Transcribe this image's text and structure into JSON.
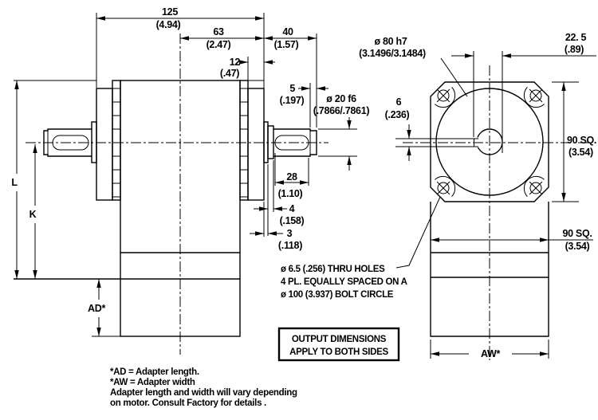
{
  "left": {
    "d125_mm": "125",
    "d125_in": "(4.94)",
    "d63_mm": "63",
    "d63_in": "(2.47)",
    "d40_mm": "40",
    "d40_in": "(1.57)",
    "d12_mm": "12",
    "d12_in": "(.47)",
    "d5_mm": "5",
    "d5_in": "(.197)",
    "shaft_mm": "ø 20 f6",
    "shaft_in": "(.7866/.7861)",
    "d28_mm": "28",
    "d28_in": "(1.10)",
    "d4_mm": "4",
    "d4_in": "(.158)",
    "d3_mm": "3",
    "d3_in": "(.118)",
    "L": "L",
    "K": "K",
    "AD": "AD*"
  },
  "right": {
    "pilot_mm": "ø 80 h7",
    "pilot_in": "(3.1496/3.1484)",
    "d225_mm": "22. 5",
    "d225_in": "(.89)",
    "d6_mm": "6",
    "d6_in": "(.236)",
    "sq1_mm": "90 SQ.",
    "sq1_in": "(3.54)",
    "sq2_mm": "90 SQ.",
    "sq2_in": "(3.54)",
    "AW": "AW*"
  },
  "notes": {
    "bolt1": "ø 6.5 (.256)  THRU HOLES",
    "bolt2": "4 PL.  EQUALLY SPACED ON A",
    "bolt3": "ø 100 (3.937) BOLT CIRCLE",
    "box1": "OUTPUT DIMENSIONS",
    "box2": "APPLY TO  BOTH SIDES",
    "foot1": "*AD = Adapter length.",
    "foot2": "*AW = Adapter width",
    "foot3": "Adapter length and width will vary depending",
    "foot4": "on motor. Consult Factory for details ."
  },
  "colors": {
    "line": "#000000",
    "background": "#ffffff"
  }
}
